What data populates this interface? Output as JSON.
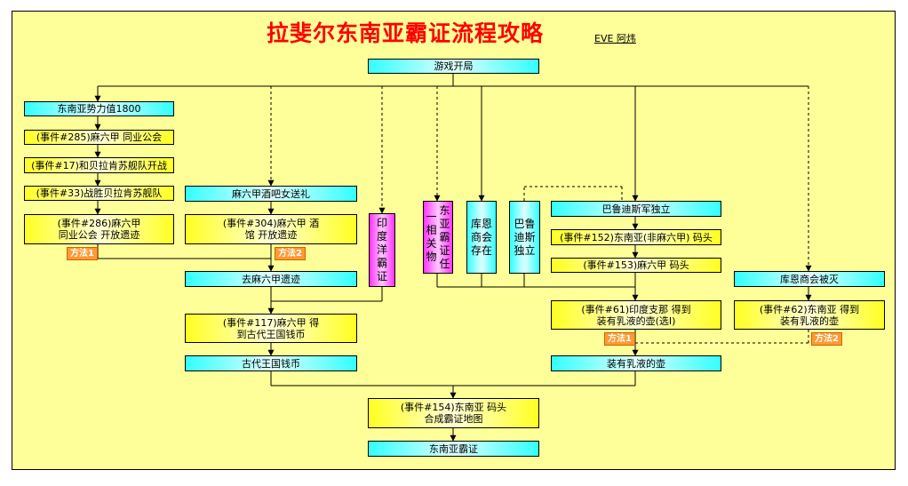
{
  "title": "拉斐尔东南亚霸证流程攻略",
  "author": "EVE 阿炜",
  "nodes": {
    "start": "游戏开局",
    "sea_power": "东南亚势力值1800",
    "e285": "(事件#285)麻六甲 同业公会",
    "e17": "(事件#17)和贝拉肯苏舰队开战",
    "e33": "(事件#33)战胜贝拉肯苏舰队",
    "e286": "(事件#286)麻六甲 同业公会 开放遗迹",
    "bar_gift": "麻六甲酒吧女送礼",
    "e304": "(事件#304)麻六甲 酒馆 开放遗迹",
    "goto_ruins": "去麻六甲遗迹",
    "india_cert": "印度洋霸证",
    "sea_cert_related": [
      "东亚霸证任",
      "一相关物"
    ],
    "kuen_exist": "库恩商会存在",
    "independence": "巴鲁迪斯独立",
    "bal_indep": "巴鲁迪斯军独立",
    "e152": "(事件#152)东南亚(非麻六甲) 码头",
    "e153": "(事件#153)麻六甲 码头",
    "kuen_destroyed": "库恩商会被灭",
    "e117": "(事件#117)麻六甲 得到古代王国钱币",
    "coins": "古代王国钱币",
    "e61": "(事件#61)印度支那 得到装有乳液的壶(选I)",
    "e62": "(事件#62)东南亚 得到装有乳液的壶",
    "jar": "装有乳液的壶",
    "e154": "(事件#154)东南亚 码头 合成霸证地图",
    "final": "东南亚霸证"
  },
  "tags": {
    "m1": "方法1",
    "m2": "方法2",
    "m1b": "方法1",
    "m2b": "方法2"
  },
  "colors": {
    "background": "#ffff99",
    "title": "#ff0000",
    "cyan_box": "#33ffff",
    "yellow_box": "#ffff22",
    "magenta_box": "#ff33ff",
    "method_tag": "#ff9933"
  }
}
